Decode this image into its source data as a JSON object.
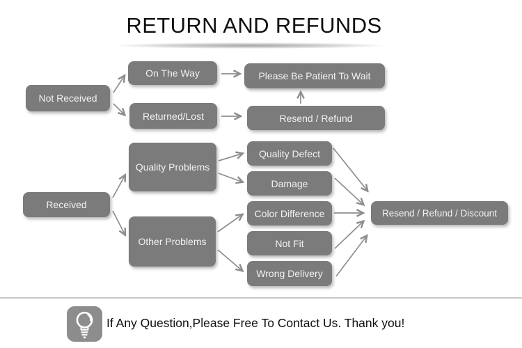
{
  "title": "RETURN AND REFUNDS",
  "nodes": {
    "not_received": "Not Received",
    "on_the_way": "On The Way",
    "returned_lost": "Returned/Lost",
    "please_wait": "Please Be Patient To Wait",
    "resend_refund": "Resend / Refund",
    "received": "Received",
    "quality_problems": "Quality Problems",
    "other_problems": "Other Problems",
    "quality_defect": "Quality Defect",
    "damage": "Damage",
    "color_difference": "Color Difference",
    "not_fit": "Not Fit",
    "wrong_delivery": "Wrong Delivery",
    "resend_refund_discount": "Resend / Refund / Discount"
  },
  "edges": [
    {
      "from": "not_received",
      "to": "on_the_way"
    },
    {
      "from": "not_received",
      "to": "returned_lost"
    },
    {
      "from": "on_the_way",
      "to": "please_wait"
    },
    {
      "from": "returned_lost",
      "to": "resend_refund"
    },
    {
      "from": "resend_refund",
      "to": "please_wait"
    },
    {
      "from": "received",
      "to": "quality_problems"
    },
    {
      "from": "received",
      "to": "other_problems"
    },
    {
      "from": "quality_problems",
      "to": "quality_defect"
    },
    {
      "from": "quality_problems",
      "to": "damage"
    },
    {
      "from": "other_problems",
      "to": "color_difference"
    },
    {
      "from": "other_problems",
      "to": "wrong_delivery"
    },
    {
      "from": "quality_defect",
      "to": "resend_refund_discount"
    },
    {
      "from": "damage",
      "to": "resend_refund_discount"
    },
    {
      "from": "color_difference",
      "to": "resend_refund_discount"
    },
    {
      "from": "not_fit",
      "to": "resend_refund_discount"
    },
    {
      "from": "wrong_delivery",
      "to": "resend_refund_discount"
    }
  ],
  "footer": {
    "icon": "lightbulb-icon",
    "message": "If Any Question,Please Free To Contact Us. Thank you!"
  },
  "colors": {
    "node_fill": "#7b7b7b",
    "node_text": "#f2f2f2",
    "arrow": "#8e8e8e",
    "title_text": "#0f0f0f",
    "bottom_rule": "#c7c7c7",
    "icon_fill": "#8d8d8d"
  }
}
